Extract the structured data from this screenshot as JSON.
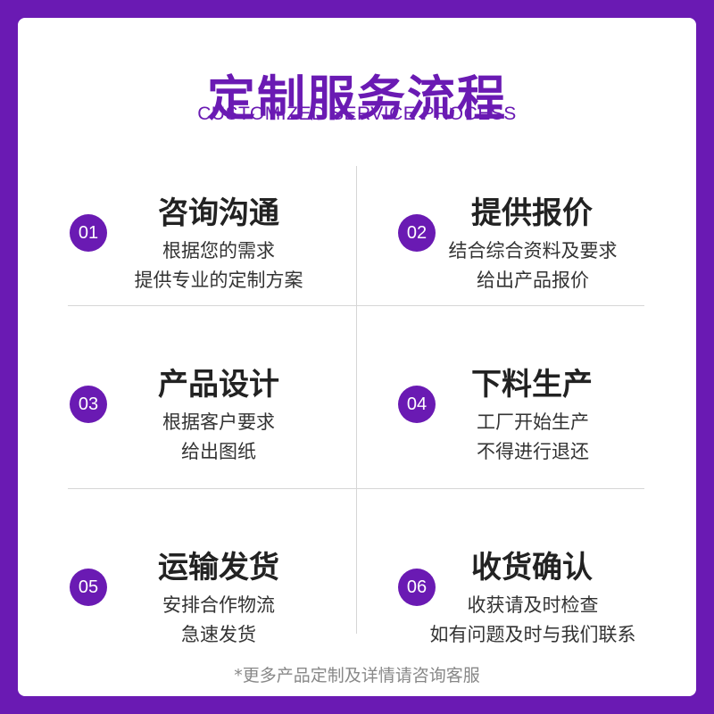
{
  "header": {
    "title": "定制服务流程",
    "subtitle": "CUSTOMIZED SERVICE PROCESS"
  },
  "steps": [
    {
      "number": "01",
      "title": "咨询沟通",
      "lines": [
        "根据您的需求",
        "提供专业的定制方案"
      ]
    },
    {
      "number": "02",
      "title": "提供报价",
      "lines": [
        "结合综合资料及要求",
        "给出产品报价"
      ]
    },
    {
      "number": "03",
      "title": "产品设计",
      "lines": [
        "根据客户要求",
        "给出图纸"
      ]
    },
    {
      "number": "04",
      "title": "下料生产",
      "lines": [
        "工厂开始生产",
        "不得进行退还"
      ]
    },
    {
      "number": "05",
      "title": "运输发货",
      "lines": [
        "安排合作物流",
        "急速发货"
      ]
    },
    {
      "number": "06",
      "title": "收货确认",
      "lines": [
        "收获请及时检查",
        "如有问题及时与我们联系"
      ]
    }
  ],
  "footnote": "*更多产品定制及详情请咨询客服",
  "colors": {
    "brand": "#6a1ab3",
    "background": "#ffffff",
    "divider": "#d6d6d6"
  }
}
